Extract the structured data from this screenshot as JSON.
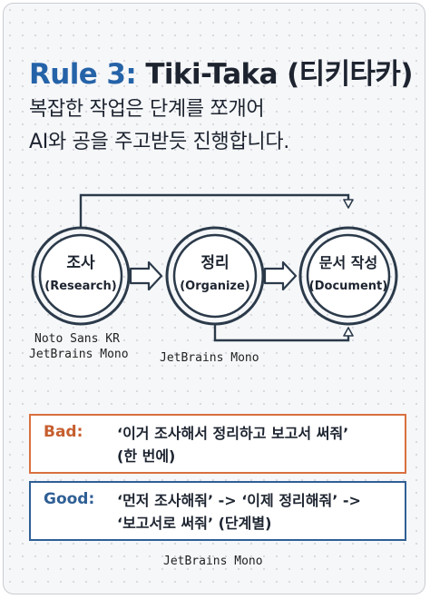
{
  "title": {
    "rule": "Rule 3:",
    "name": "Tiki-Taka (티키타카)"
  },
  "subtitle": {
    "line1": "복잡한 작업은 단계를 쪼개어",
    "line2": "AI와 공을 주고받듯 진행합니다."
  },
  "steps": [
    {
      "label": "조사",
      "sub": "(Research)"
    },
    {
      "label": "정리",
      "sub": "(Organize)"
    },
    {
      "label": "문서 작성",
      "sub": "(Document)"
    }
  ],
  "font_notes": {
    "left_line1": "Noto Sans KR",
    "left_line2": "JetBrains Mono",
    "center": "JetBrains Mono",
    "bottom": "JetBrains Mono"
  },
  "bad": {
    "tag": "Bad:",
    "line1": "‘이거 조사해서 정리하고 보고서 써줘’",
    "line2": "(한 번에)"
  },
  "good": {
    "tag": "Good:",
    "line1": "‘먼저 조사해줘’ -> ‘이제 정리해줘’ ->",
    "line2": "‘보고서로 써줘’ (단계별)"
  },
  "colors": {
    "accent": "#2563a8",
    "bad": "#d9703f",
    "good": "#2f5f95",
    "text": "#1d2430"
  }
}
